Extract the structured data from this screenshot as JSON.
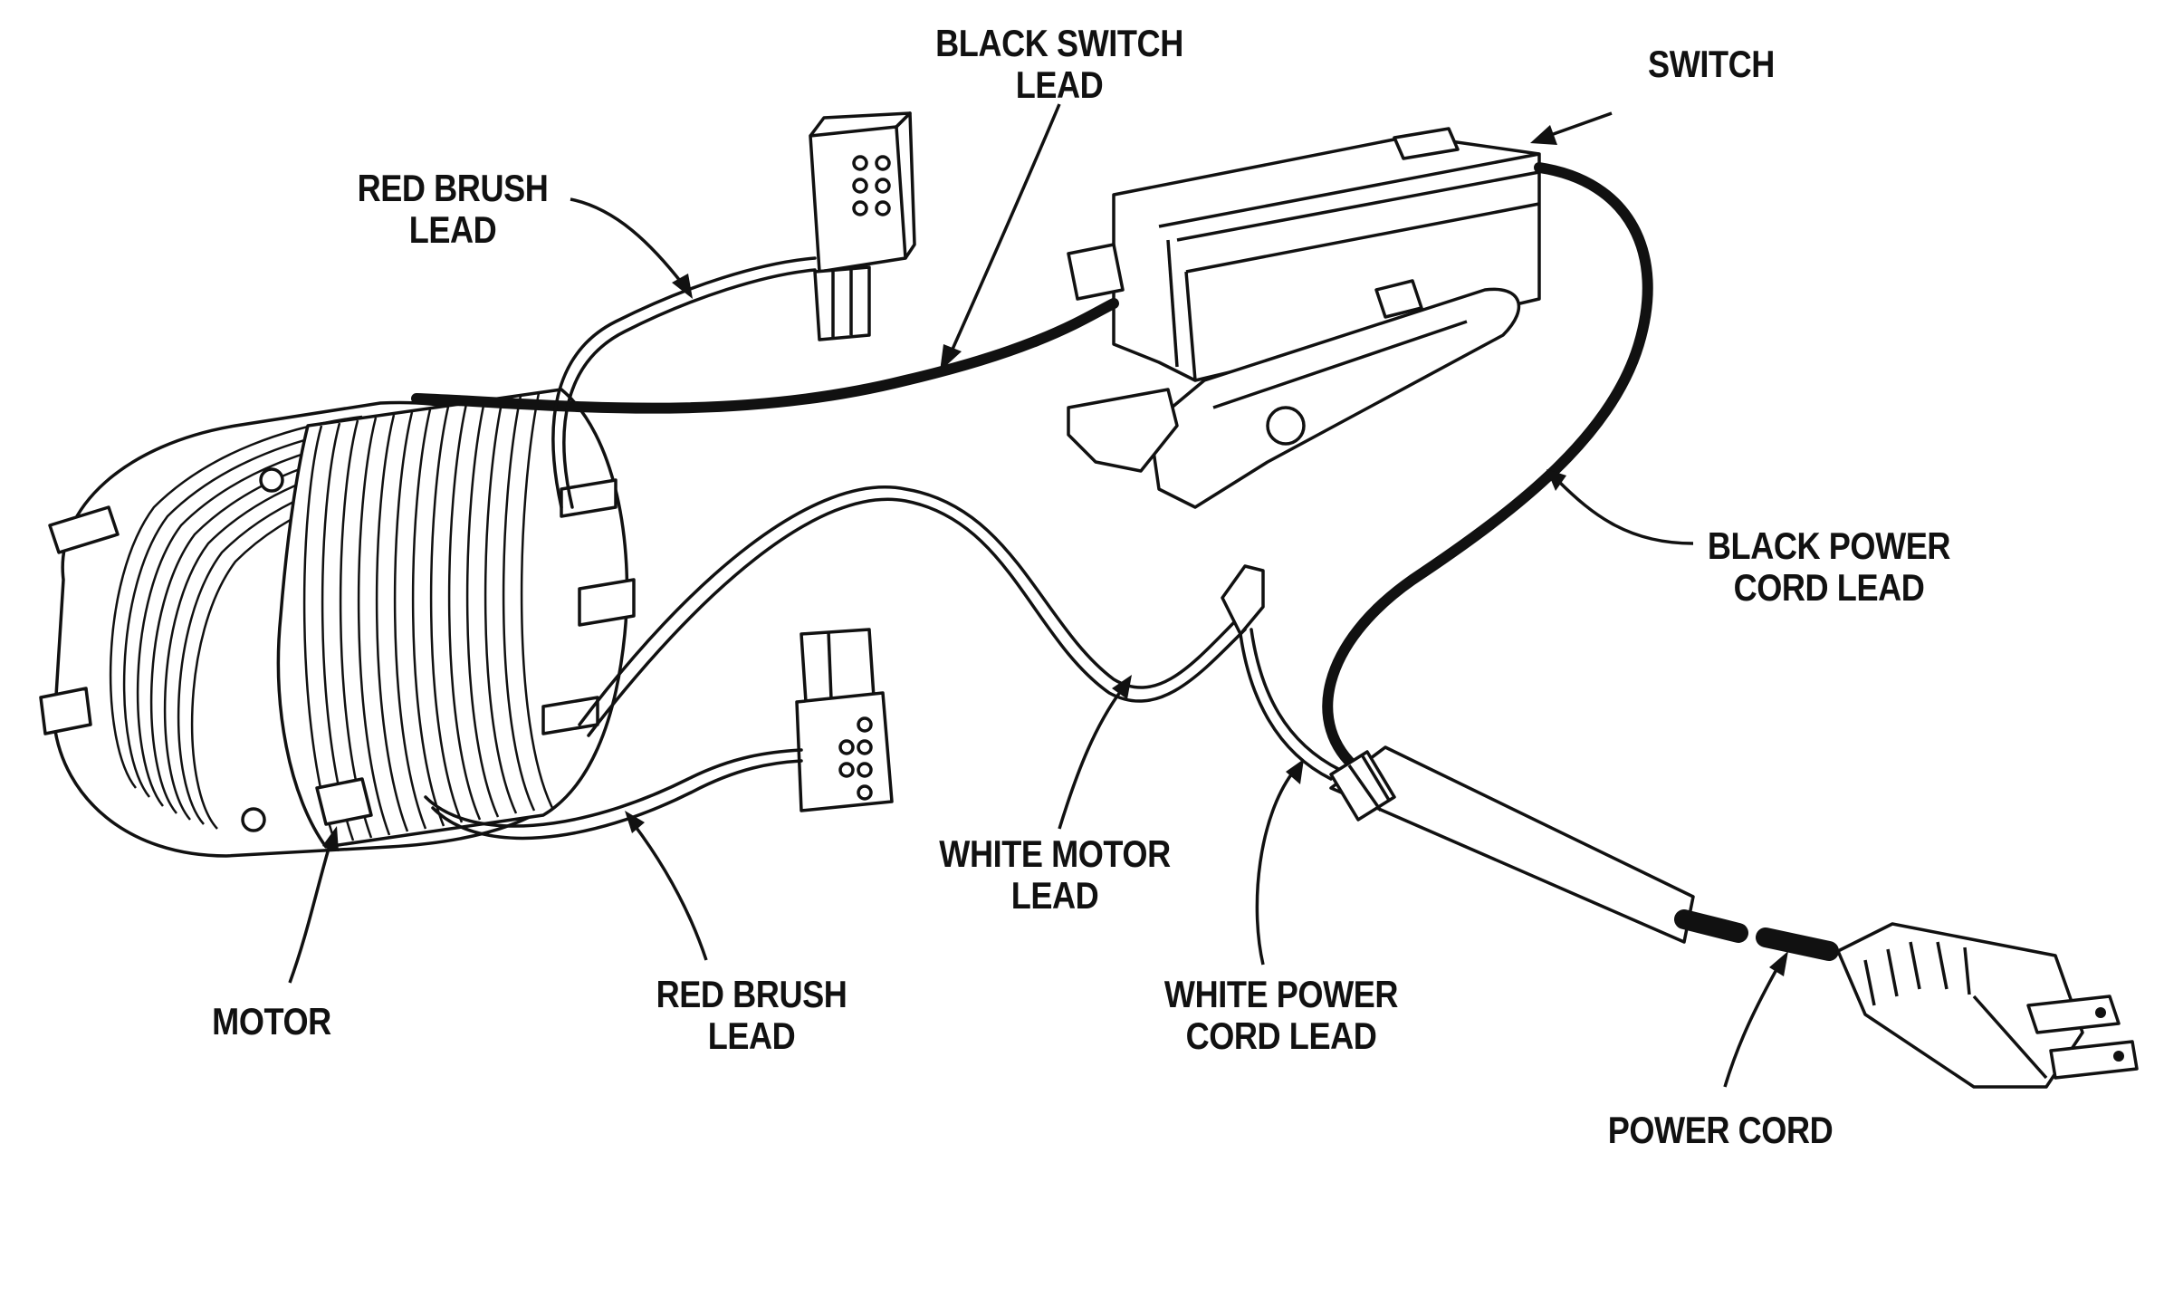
{
  "labels": {
    "black_switch_lead": [
      "BLACK SWITCH",
      "LEAD"
    ],
    "switch": [
      "SWITCH"
    ],
    "red_brush_lead_top": [
      "RED BRUSH",
      "LEAD"
    ],
    "black_power_cord_lead": [
      "BLACK POWER",
      "CORD LEAD"
    ],
    "white_motor_lead": [
      "WHITE MOTOR",
      "LEAD"
    ],
    "red_brush_lead_bottom": [
      "RED BRUSH",
      "LEAD"
    ],
    "white_power_cord_lead": [
      "WHITE POWER",
      "CORD LEAD"
    ],
    "motor": [
      "MOTOR"
    ],
    "power_cord": [
      "POWER CORD"
    ]
  },
  "colors": {
    "ink": "#111111",
    "paper": "#ffffff"
  }
}
